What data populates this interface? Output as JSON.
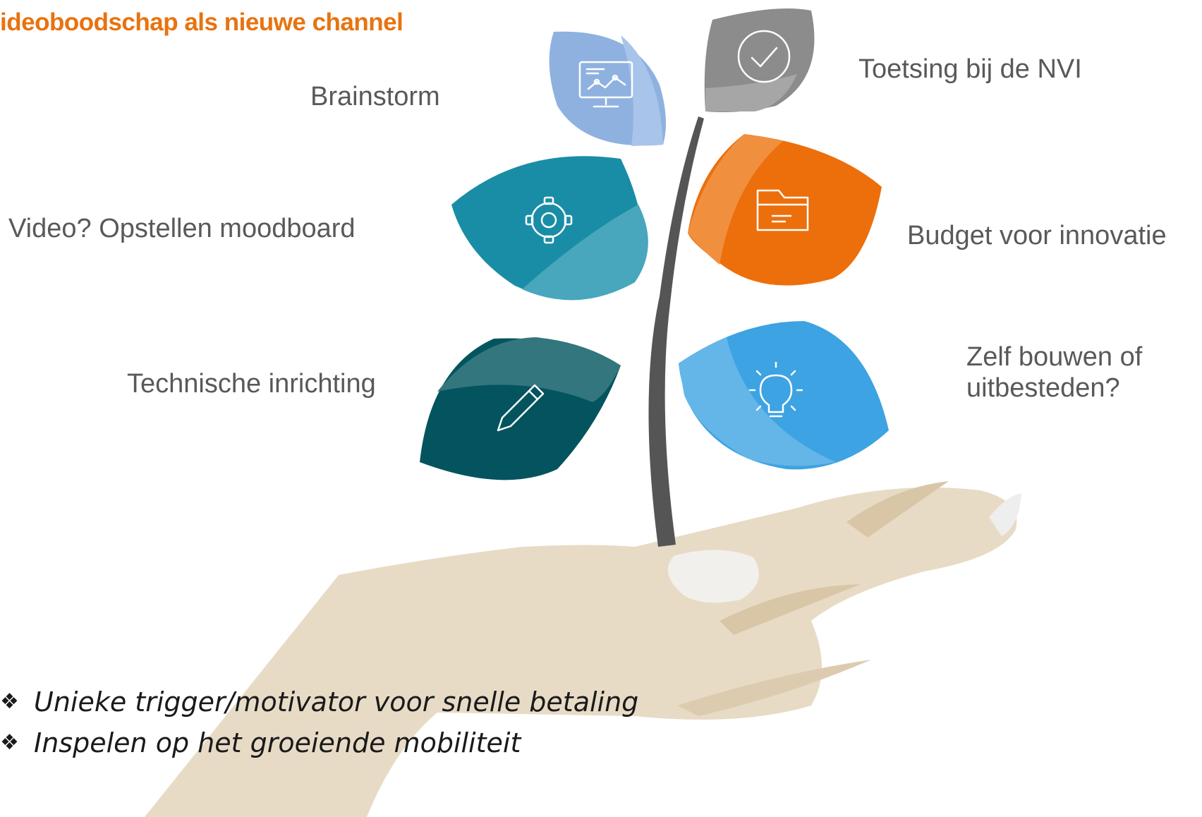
{
  "subtitle": "ideoboodschap als nieuwe channel",
  "leaves": [
    {
      "id": "brainstorm",
      "label": "Brainstorm",
      "icon": "chart-monitor-icon",
      "color": "#8EB1E0"
    },
    {
      "id": "toetsing",
      "label": "Toetsing bij de NVI",
      "icon": "checkmark-circle-icon",
      "color": "#8C8C8C"
    },
    {
      "id": "video",
      "label": "Video? Opstellen moodboard",
      "icon": "gear-icon",
      "color": "#1A8DA6"
    },
    {
      "id": "budget",
      "label": "Budget voor innovatie",
      "icon": "folder-icon",
      "color": "#EC6F0C"
    },
    {
      "id": "technisch",
      "label": "Technische inrichting",
      "icon": "pencil-icon",
      "color": "#03545E"
    },
    {
      "id": "zelf",
      "label": "Zelf bouwen of",
      "label_line2": "uitbesteden?",
      "icon": "lightbulb-icon",
      "color": "#3DA3E2"
    }
  ],
  "bullets": [
    {
      "mark": "❖",
      "text": "Unieke trigger/motivator voor snelle betaling"
    },
    {
      "mark": "❖",
      "text": "Inspelen op het groeiende mobiliteit"
    }
  ],
  "colors": {
    "accent": "#E8730F",
    "hand": "#E8DBC6",
    "hand_shadow": "#D9C6A6",
    "stem": "#555555",
    "label": "#595959"
  }
}
